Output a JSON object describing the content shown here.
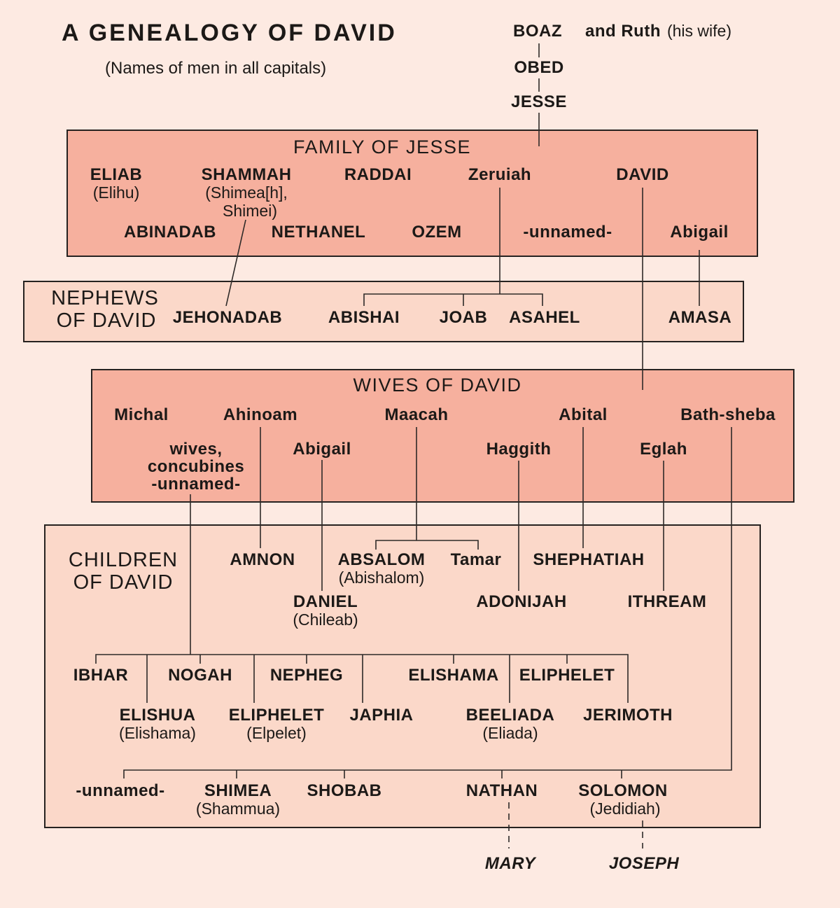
{
  "header": {
    "title": "A GENEALOGY OF DAVID",
    "subtitle": "(Names of men in all capitals)"
  },
  "ancestors": {
    "boaz": "BOAZ",
    "ruth": "and Ruth",
    "ruth_note": "(his wife)",
    "obed": "OBED",
    "jesse": "JESSE"
  },
  "family_of_jesse": {
    "title": "FAMILY OF JESSE",
    "eliab": "ELIAB",
    "eliab_alt": "(Elihu)",
    "shammah": "SHAMMAH",
    "shammah_alt1": "(Shimea[h],",
    "shammah_alt2": "Shimei)",
    "raddai": "RADDAI",
    "zeruiah": "Zeruiah",
    "david": "DAVID",
    "abinadab": "ABINADAB",
    "nethanel": "NETHANEL",
    "ozem": "OZEM",
    "unnamed": "-unnamed-",
    "abigail": "Abigail"
  },
  "nephews_of_david": {
    "title_line1": "NEPHEWS",
    "title_line2": "OF DAVID",
    "jehonadab": "JEHONADAB",
    "abishai": "ABISHAI",
    "joab": "JOAB",
    "asahel": "ASAHEL",
    "amasa": "AMASA"
  },
  "wives_of_david": {
    "title": "WIVES OF DAVID",
    "michal": "Michal",
    "ahinoam": "Ahinoam",
    "maacah": "Maacah",
    "abital": "Abital",
    "bathsheba": "Bath-sheba",
    "wives_line1": "wives,",
    "wives_line2": "concubines",
    "wives_line3": "-unnamed-",
    "abigail": "Abigail",
    "haggith": "Haggith",
    "eglah": "Eglah"
  },
  "children_of_david": {
    "title_line1": "CHILDREN",
    "title_line2": "OF DAVID",
    "amnon": "AMNON",
    "absalom": "ABSALOM",
    "absalom_alt": "(Abishalom)",
    "tamar": "Tamar",
    "shephatiah": "SHEPHATIAH",
    "daniel": "DANIEL",
    "daniel_alt": "(Chileab)",
    "adonijah": "ADONIJAH",
    "ithream": "ITHREAM",
    "ibhar": "IBHAR",
    "nogah": "NOGAH",
    "nepheg": "NEPHEG",
    "elishama": "ELISHAMA",
    "eliphelet": "ELIPHELET",
    "elishua": "ELISHUA",
    "elishua_alt": "(Elishama)",
    "eliphelet2": "ELIPHELET",
    "eliphelet2_alt": "(Elpelet)",
    "japhia": "JAPHIA",
    "beeliada": "BEELIADA",
    "beeliada_alt": "(Eliada)",
    "jerimoth": "JERIMOTH",
    "unnamed": "-unnamed-",
    "shimea": "SHIMEA",
    "shimea_alt": "(Shammua)",
    "shobab": "SHOBAB",
    "nathan": "NATHAN",
    "solomon": "SOLOMON",
    "solomon_alt": "(Jedidiah)"
  },
  "descendants": {
    "mary": "MARY",
    "joseph": "JOSEPH"
  },
  "colors": {
    "background": "#fdeae2",
    "box_strong": "#f6b09e",
    "box_light": "#fbd8c9",
    "line": "#2e2a28",
    "text": "#1c1917"
  }
}
